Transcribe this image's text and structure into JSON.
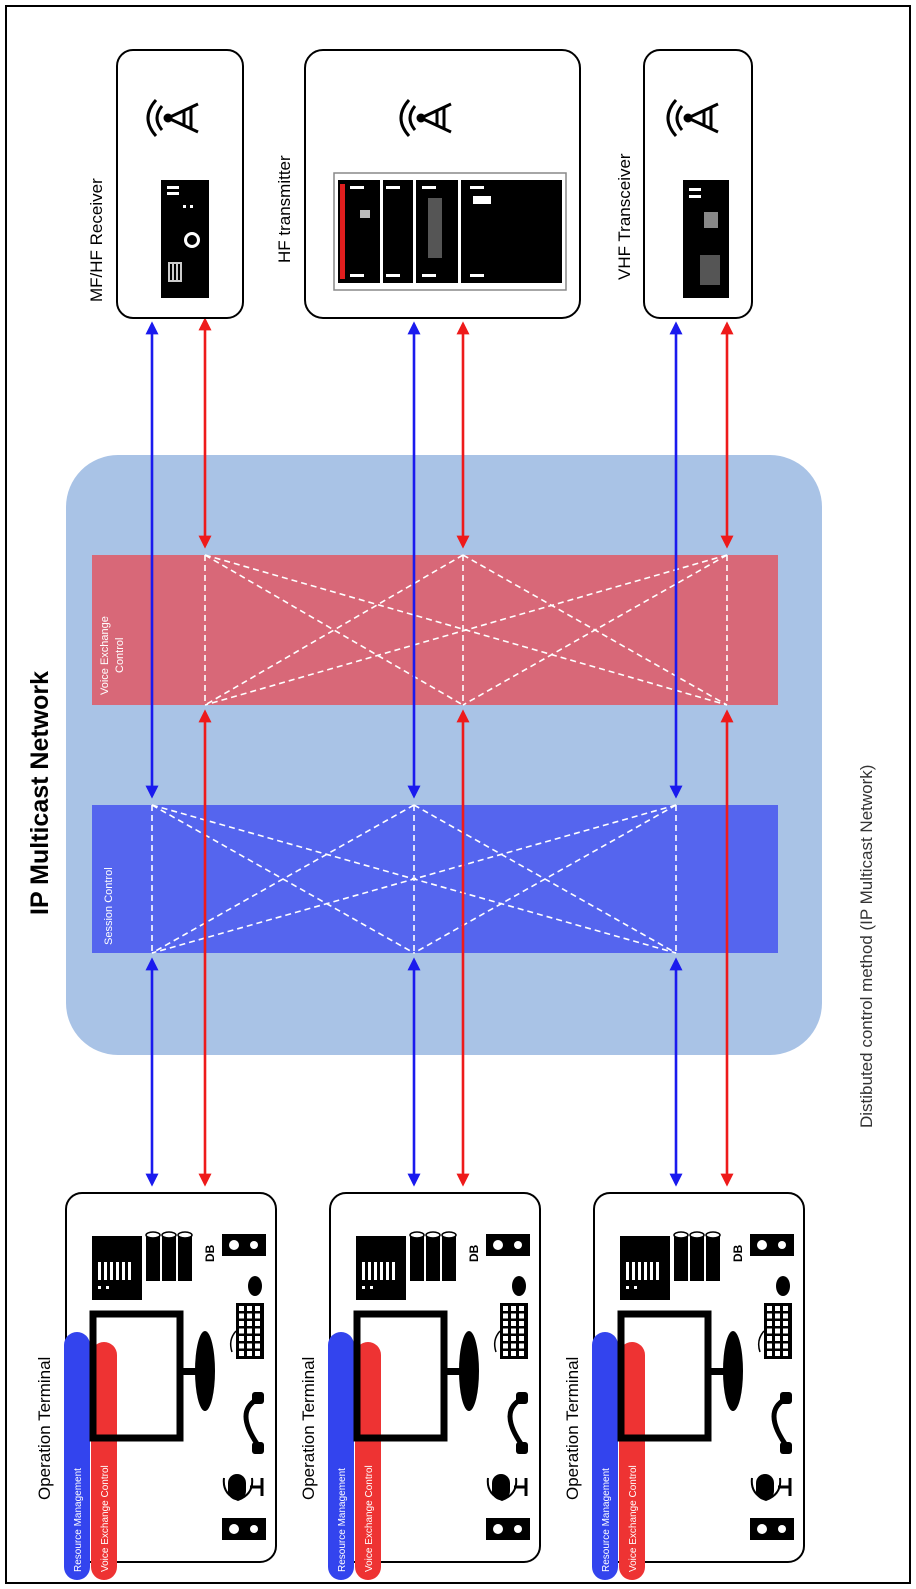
{
  "title": "IP Multicast Network",
  "caption": "Distibuted control method (IP Multicast Network)",
  "bands": {
    "voice": "Voice Exchange Control",
    "session": "Session Control"
  },
  "devices": [
    {
      "label": "MF/HF Receiver",
      "kind": "receiver"
    },
    {
      "label": "HF transmitter",
      "kind": "transmitter"
    },
    {
      "label": "VHF Transceiver",
      "kind": "transceiver"
    }
  ],
  "terminals": [
    {
      "label": "Operation Terminal",
      "db_label": "DB",
      "pill_resource": "Resource Management",
      "pill_voice": "Voice Exchange Control"
    },
    {
      "label": "Operation Terminal",
      "db_label": "DB",
      "pill_resource": "Resource Management",
      "pill_voice": "Voice Exchange Control"
    },
    {
      "label": "Operation Terminal",
      "db_label": "DB",
      "pill_resource": "Resource Management",
      "pill_voice": "Voice Exchange Control"
    }
  ],
  "colors": {
    "network_bg": "#a9c3e6",
    "voice_band": "#d86878",
    "session_band": "#5565ee",
    "blue_arrow": "#1a1aee",
    "red_arrow": "#ee1a1a",
    "pill_blue": "#3344ee",
    "pill_red": "#ee3333"
  }
}
